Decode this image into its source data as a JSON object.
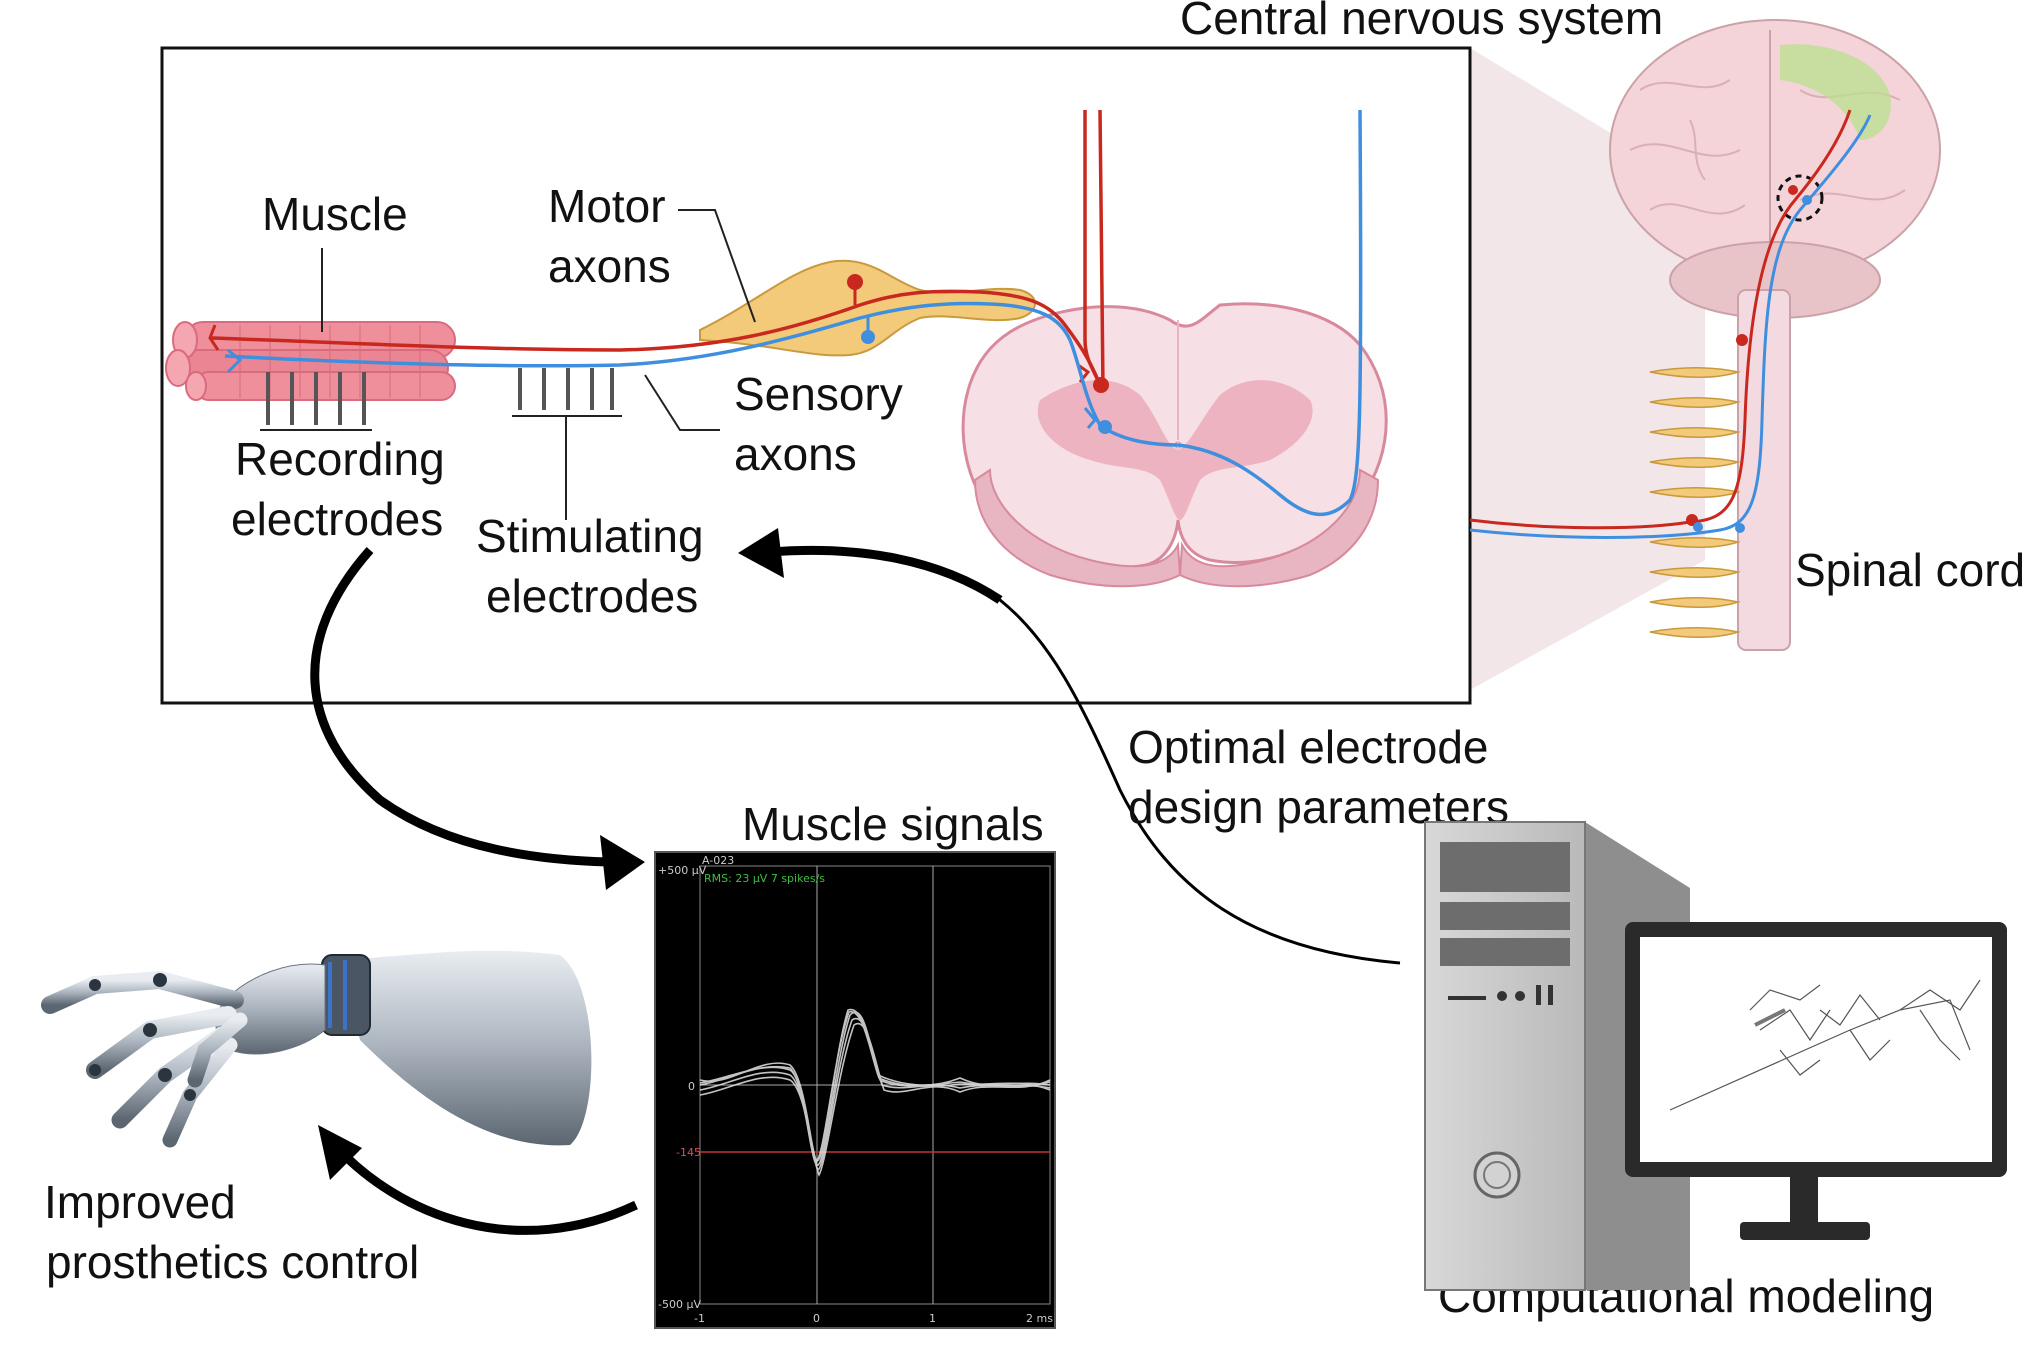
{
  "labels": {
    "muscle": "Muscle",
    "motor_axons_1": "Motor",
    "motor_axons_2": "axons",
    "sensory_axons_1": "Sensory",
    "sensory_axons_2": "axons",
    "recording_1": "Recording",
    "recording_2": "electrodes",
    "stimulating_1": "Stimulating",
    "stimulating_2": "electrodes",
    "cns": "Central nervous system",
    "spinal_cord": "Spinal cord",
    "optimal_1": "Optimal electrode",
    "optimal_2": "design parameters",
    "muscle_signals": "Muscle signals",
    "prosthetics_1": "Improved",
    "prosthetics_2": "prosthetics control",
    "computational": "Computational modeling"
  },
  "scope": {
    "channel": "A-023",
    "stats": "RMS: 23 µV  7 spikes/s",
    "y_top": "+500 µV",
    "y_zero": "0",
    "y_threshold": "-145",
    "y_bottom": "-500 µV",
    "x_ticks": [
      "-1",
      "0",
      "1",
      "2 ms"
    ]
  },
  "colors": {
    "motor": "#c8281e",
    "sensory": "#3f8fde",
    "muscle": "#ef8f9c",
    "ganglion": "#f3c97a",
    "cord": "#f3d9e0",
    "arrow": "#000000"
  }
}
